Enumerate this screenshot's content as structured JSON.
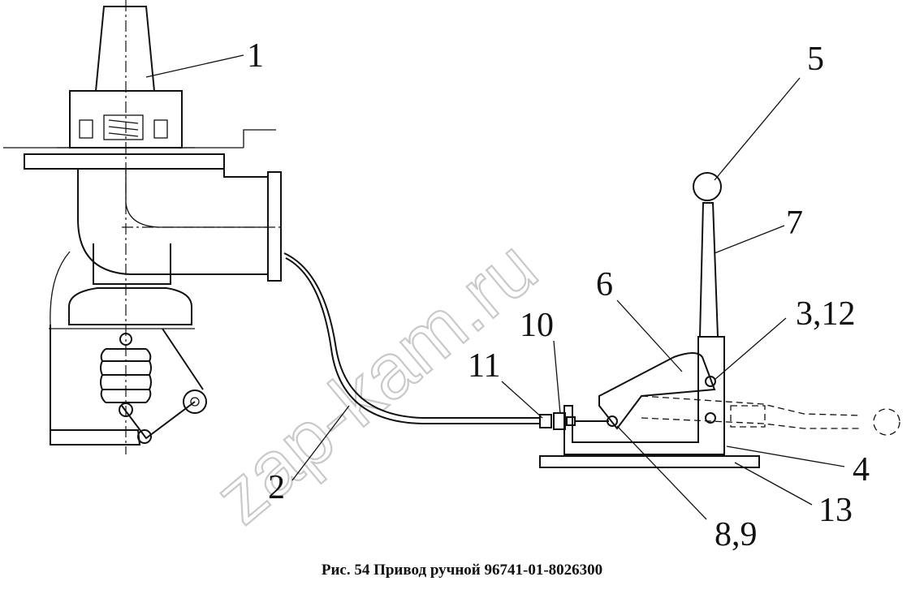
{
  "figure": {
    "caption": "Рис. 54 Привод ручной  96741-01-8026300",
    "watermark": "zap-kam.ru",
    "callouts": [
      {
        "id": "c1",
        "label": "1"
      },
      {
        "id": "c2",
        "label": "2"
      },
      {
        "id": "c5",
        "label": "5"
      },
      {
        "id": "c6",
        "label": "6"
      },
      {
        "id": "c7",
        "label": "7"
      },
      {
        "id": "c10",
        "label": "10"
      },
      {
        "id": "c11",
        "label": "11"
      },
      {
        "id": "c312",
        "label": "3,12"
      },
      {
        "id": "c4",
        "label": "4"
      },
      {
        "id": "c13",
        "label": "13"
      },
      {
        "id": "c89",
        "label": "8,9"
      }
    ]
  }
}
